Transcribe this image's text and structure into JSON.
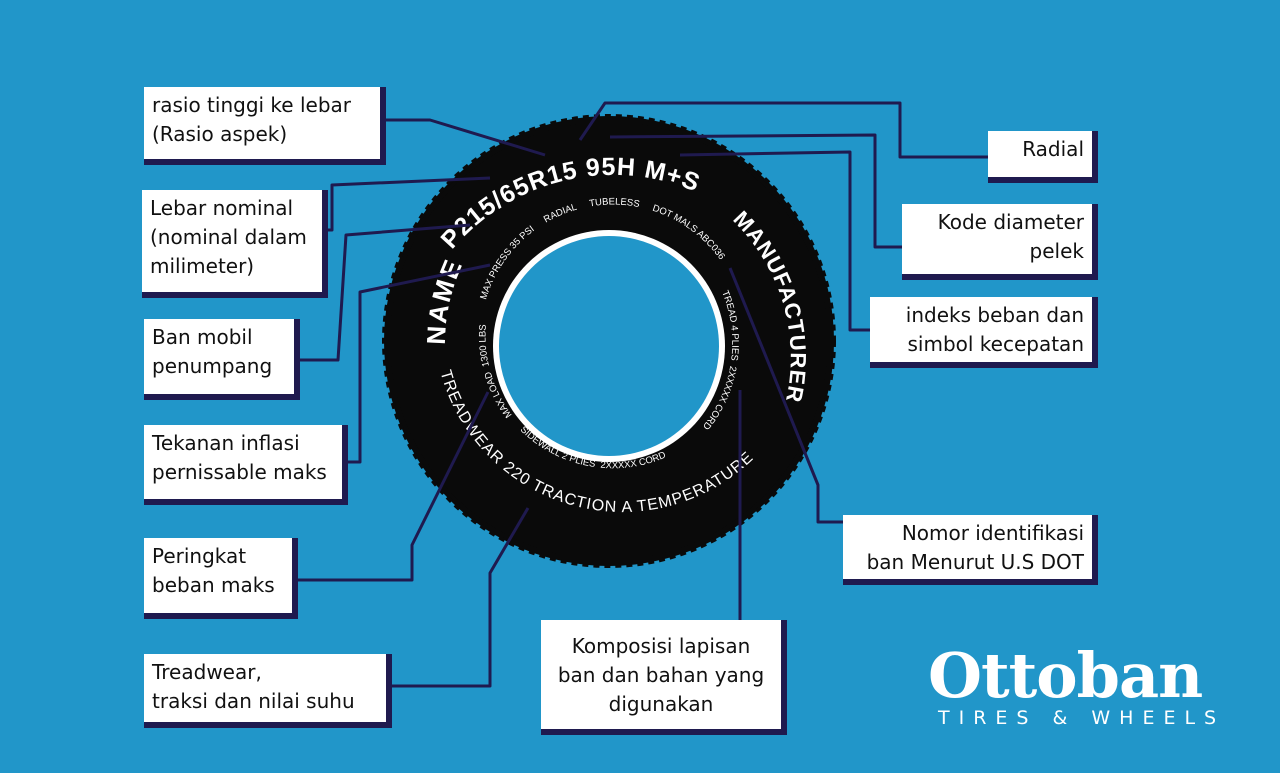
{
  "tire": {
    "sizing": "P215/65R15 95H M+S",
    "name_text": "NAME",
    "manufacturer_text": "MANUFACTURER",
    "treadwear_text": "TREADWEAR 220 TRACTION A TEMPERATURE A",
    "inner_text_top": "MAX PRESS 35 PSI     RADIAL     TUBELESS     DOT MALS ABC036",
    "inner_text_right": "TREAD 4 PLIES  2XXXXX CORD",
    "inner_text_bottom": "SIDEWALL 2 PLIES  2XXXXX CORD",
    "inner_text_left": "MAX LOAD  1300 LBS",
    "colors": {
      "tire": "#0a0a0a",
      "rim_ring": "#ffffff",
      "hub": "#2196c9",
      "leader": "#1f1a4f"
    }
  },
  "labels": {
    "aspect_ratio": "rasio tinggi ke lebar\n(Rasio aspek)",
    "nominal_width": "Lebar nominal\n(nominal dalam\nmilimeter)",
    "passenger_car": "Ban mobil\npenumpang",
    "max_pressure": "Tekanan inflasi\npernissable maks",
    "max_load": "Peringkat\nbeban maks",
    "treadwear": "Treadwear,\ntraksi dan nilai suhu",
    "radial": "Radial",
    "rim_diameter": "Kode diameter\npelek",
    "load_speed": "indeks beban dan\nsimbol kecepatan",
    "dot_id": "Nomor identifikasi\nban Menurut U.S DOT",
    "plies": "Komposisi lapisan\nban dan bahan yang\ndigunakan"
  },
  "brand": {
    "name": "Ottoban",
    "tagline": "TIRES & WHEELS"
  }
}
